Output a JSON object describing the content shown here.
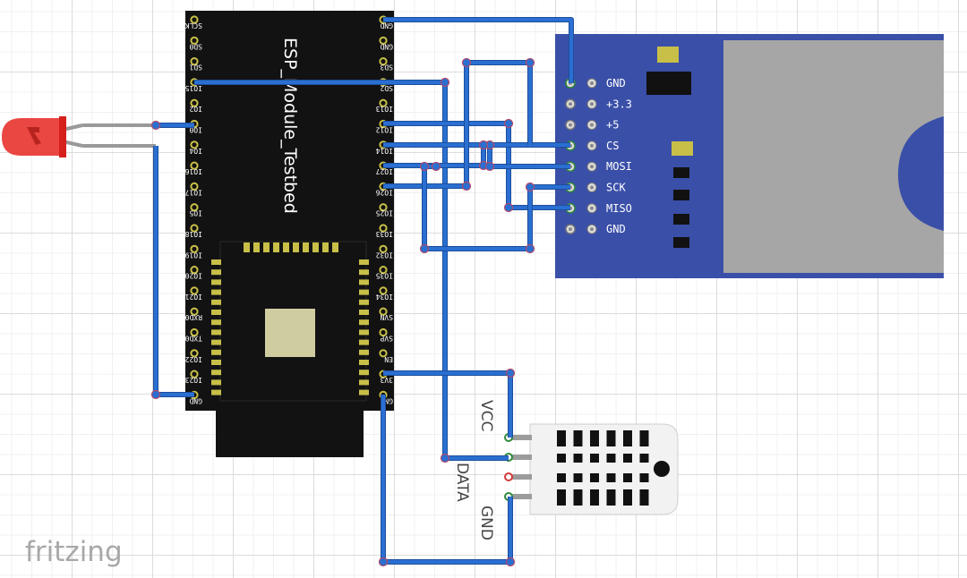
{
  "watermark": "fritzing",
  "esp": {
    "title": "ESP_Module_Testbed",
    "left_pins": [
      "SCLK",
      "SD0",
      "SD1",
      "IO15",
      "IO2",
      "IO0",
      "IO4",
      "IO16",
      "IO17",
      "IO5",
      "IO18",
      "IO19",
      "IO20",
      "IO21",
      "RXD0",
      "TXD0",
      "IO22",
      "IO23",
      "GND"
    ],
    "right_pins": [
      "GND",
      "GND",
      "SD3",
      "SD2",
      "IO13",
      "IO12",
      "IO14",
      "IO27",
      "IO26",
      "IO25",
      "IO33",
      "IO32",
      "IO35",
      "IO34",
      "SVN",
      "SVP",
      "EN",
      "3V3",
      "GND"
    ]
  },
  "sd_module": {
    "pins": [
      "GND",
      "+3.3",
      "+5",
      "CS",
      "MOSI",
      "SCK",
      "MISO",
      "GND"
    ]
  },
  "dht": {
    "pins": [
      "VCC",
      "DATA",
      "GND"
    ]
  },
  "colors": {
    "wire": "#2a6fd1",
    "board": "#111111",
    "sd_board": "#3a4fa8",
    "led": "#e8322e"
  }
}
